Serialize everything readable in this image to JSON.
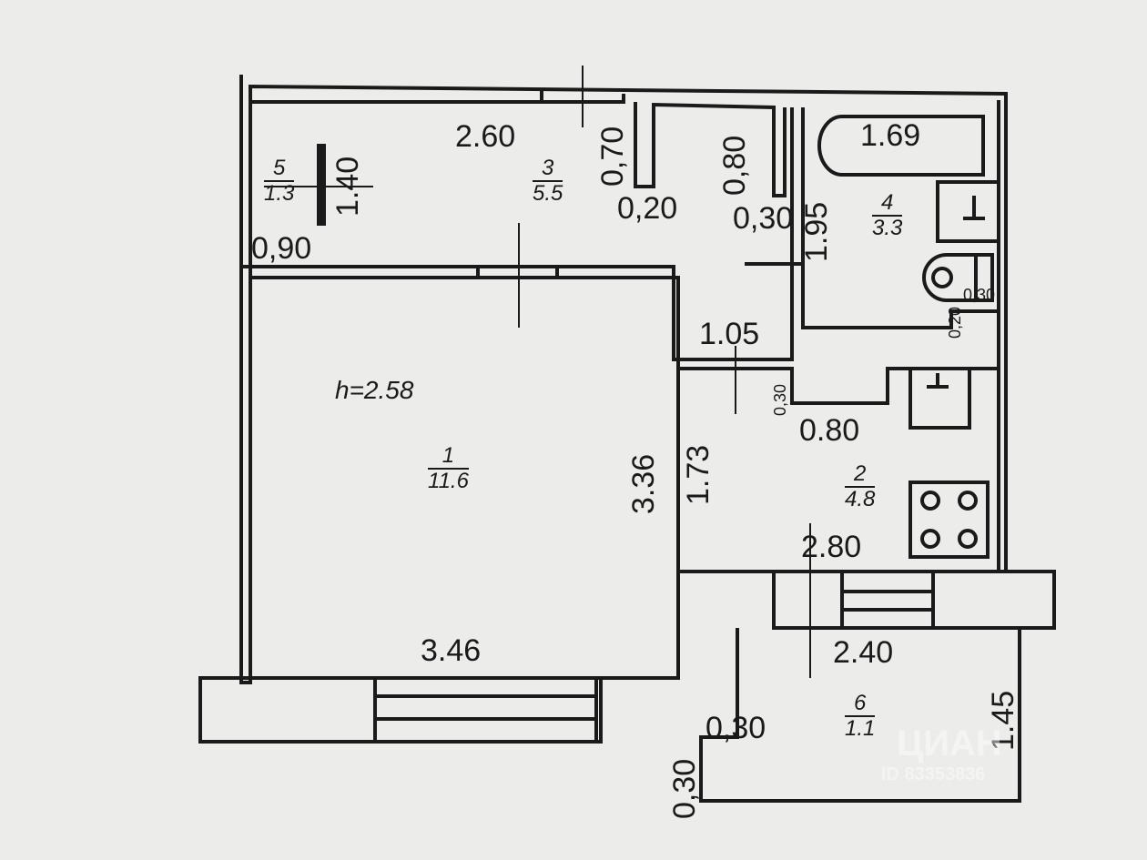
{
  "rooms": [
    {
      "number": "5",
      "area": "1.3"
    },
    {
      "number": "3",
      "area": "5.5"
    },
    {
      "number": "4",
      "area": "3.3"
    },
    {
      "number": "1",
      "area": "11.6"
    },
    {
      "number": "2",
      "area": "4.8"
    },
    {
      "number": "6",
      "area": "1.1"
    }
  ],
  "ceiling_height": "h=2.58",
  "dimensions": {
    "d_2_60": "2.60",
    "d_0_70": "0,70",
    "d_0_80_top": "0,80",
    "d_1_69": "1.69",
    "d_1_40": "1.40",
    "d_0_20": "0,20",
    "d_0_30_mid": "0,30",
    "d_1_95": "1.95",
    "d_0_90": "0,90",
    "d_1_05": "1.05",
    "d_0_30_bath": "0,30",
    "d_0_20_bath": "0,20",
    "d_0_30_kitchen": "0,30",
    "d_3_36": "3.36",
    "d_1_73": "1.73",
    "d_0_80_kitchen": "0.80",
    "d_2_80": "2.80",
    "d_3_46": "3.46",
    "d_2_40": "2.40",
    "d_0_30_balcony": "0,30",
    "d_1_45": "1.45",
    "d_0_30_bottom": "0,30"
  },
  "watermark": {
    "brand": "ЦИАН",
    "id": "ID 83353836"
  }
}
